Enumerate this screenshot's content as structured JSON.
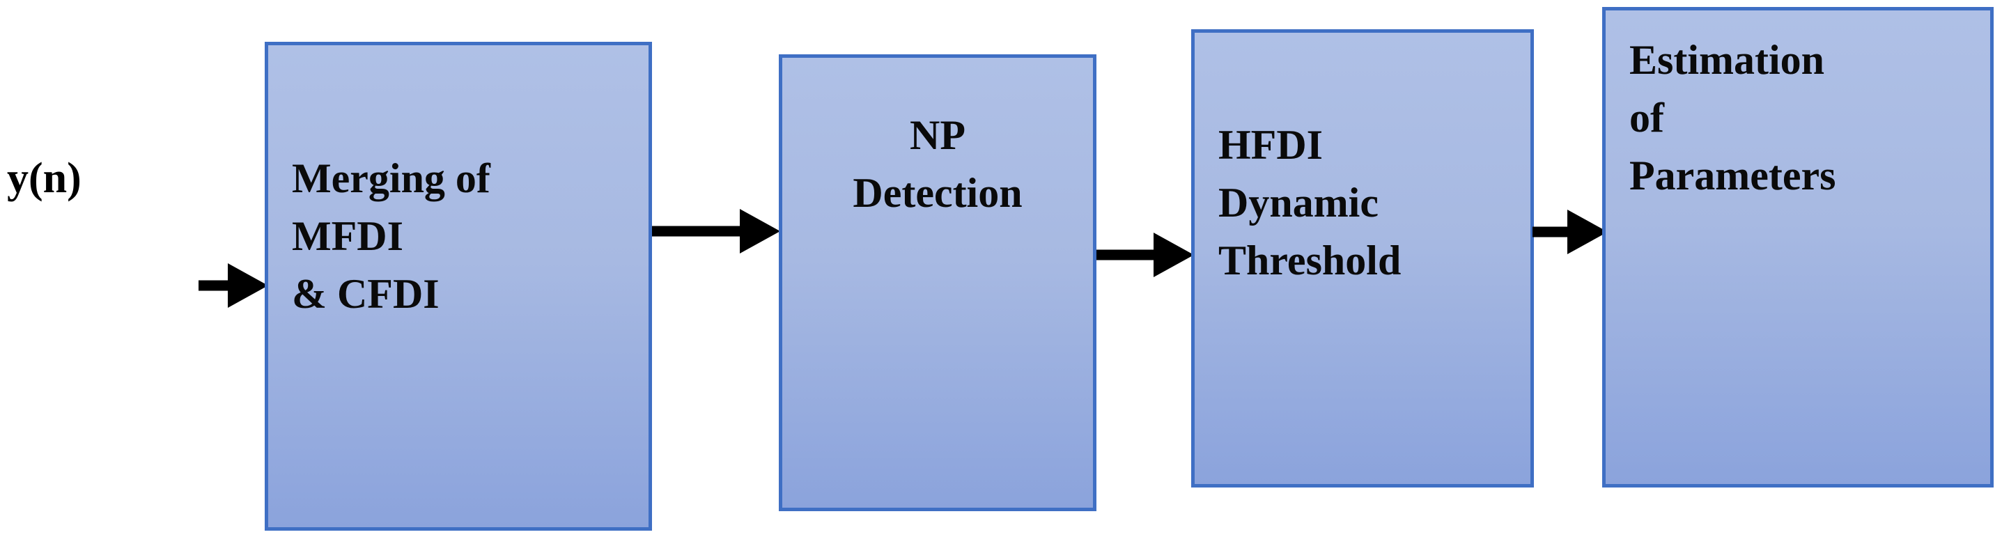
{
  "diagram": {
    "type": "block-flow-diagram",
    "orientation": "left-to-right",
    "accent_border_color": "#3F6FC4",
    "block_fill_top_color": "#AFC0E6",
    "block_fill_bottom_color": "#8BA3DC",
    "text_color": "#0A0A0A",
    "arrow_color": "#000000",
    "background_color": "#FFFFFF",
    "input_signal": {
      "label": "y(n)"
    },
    "blocks": [
      {
        "id": "merging",
        "lines": [
          "Merging of",
          "MFDI",
          "& CFDI"
        ],
        "align": "left"
      },
      {
        "id": "np-detection",
        "lines": [
          "NP",
          "Detection"
        ],
        "align": "center"
      },
      {
        "id": "hfdi-dynamic-threshold",
        "lines": [
          "HFDI",
          "Dynamic",
          "Threshold"
        ],
        "align": "left"
      },
      {
        "id": "estimation-of-parameters",
        "lines": [
          "Estimation",
          "of",
          "Parameters"
        ],
        "align": "left"
      }
    ],
    "connections": [
      {
        "id": "input-to-merging",
        "from": "y(n)",
        "to": "Merging of MFDI & CFDI"
      },
      {
        "id": "merging-to-np",
        "from": "Merging of MFDI & CFDI",
        "to": "NP Detection"
      },
      {
        "id": "np-to-hfdi",
        "from": "NP Detection",
        "to": "HFDI Dynamic Threshold"
      },
      {
        "id": "hfdi-to-estimation",
        "from": "HFDI Dynamic Threshold",
        "to": "Estimation of Parameters"
      }
    ]
  }
}
